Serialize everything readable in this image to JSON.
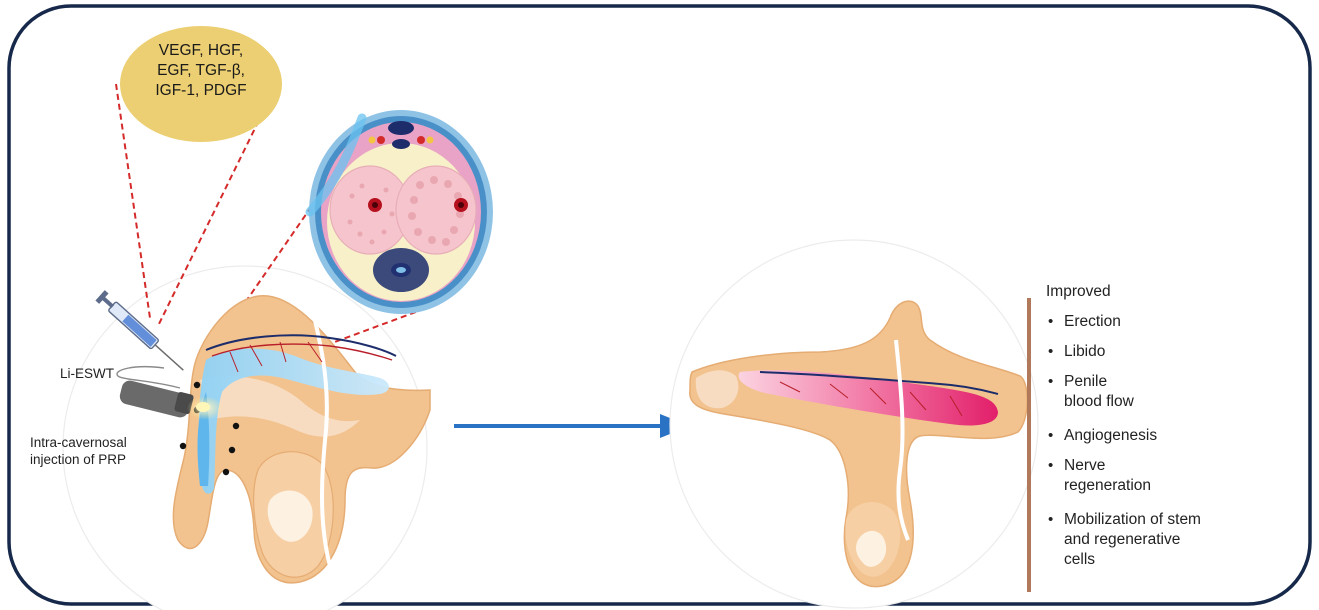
{
  "factors": {
    "line1": "VEGF, HGF,",
    "line2": "EGF, TGF-β,",
    "line3": "IGF-1, PDGF"
  },
  "labels": {
    "li_eswt": "Li-ESWT",
    "injection_line1": "Intra-cavernosal",
    "injection_line2": "injection of PRP"
  },
  "outcome": {
    "title": "Improved",
    "items": [
      [
        "Erection"
      ],
      [
        "Libido"
      ],
      [
        "Penile",
        "blood flow"
      ],
      [
        "Angiogenesis"
      ],
      [
        "Nerve",
        "regeneration"
      ],
      [
        "Mobilization of stem",
        "and regenerative",
        "cells"
      ]
    ]
  },
  "colors": {
    "frame": "#17294a",
    "factor_bubble": "#eccf72",
    "tissue": "#f2c38f",
    "tissue_light": "#f8dcc1",
    "dashed_line": "#d42a2a",
    "arrow": "#2a73c4",
    "vessel": "#1d2d6b",
    "treated_blue": "#5fb6ec",
    "improved_pink": "#e8246e",
    "divider_bar": "#b07a5a"
  }
}
